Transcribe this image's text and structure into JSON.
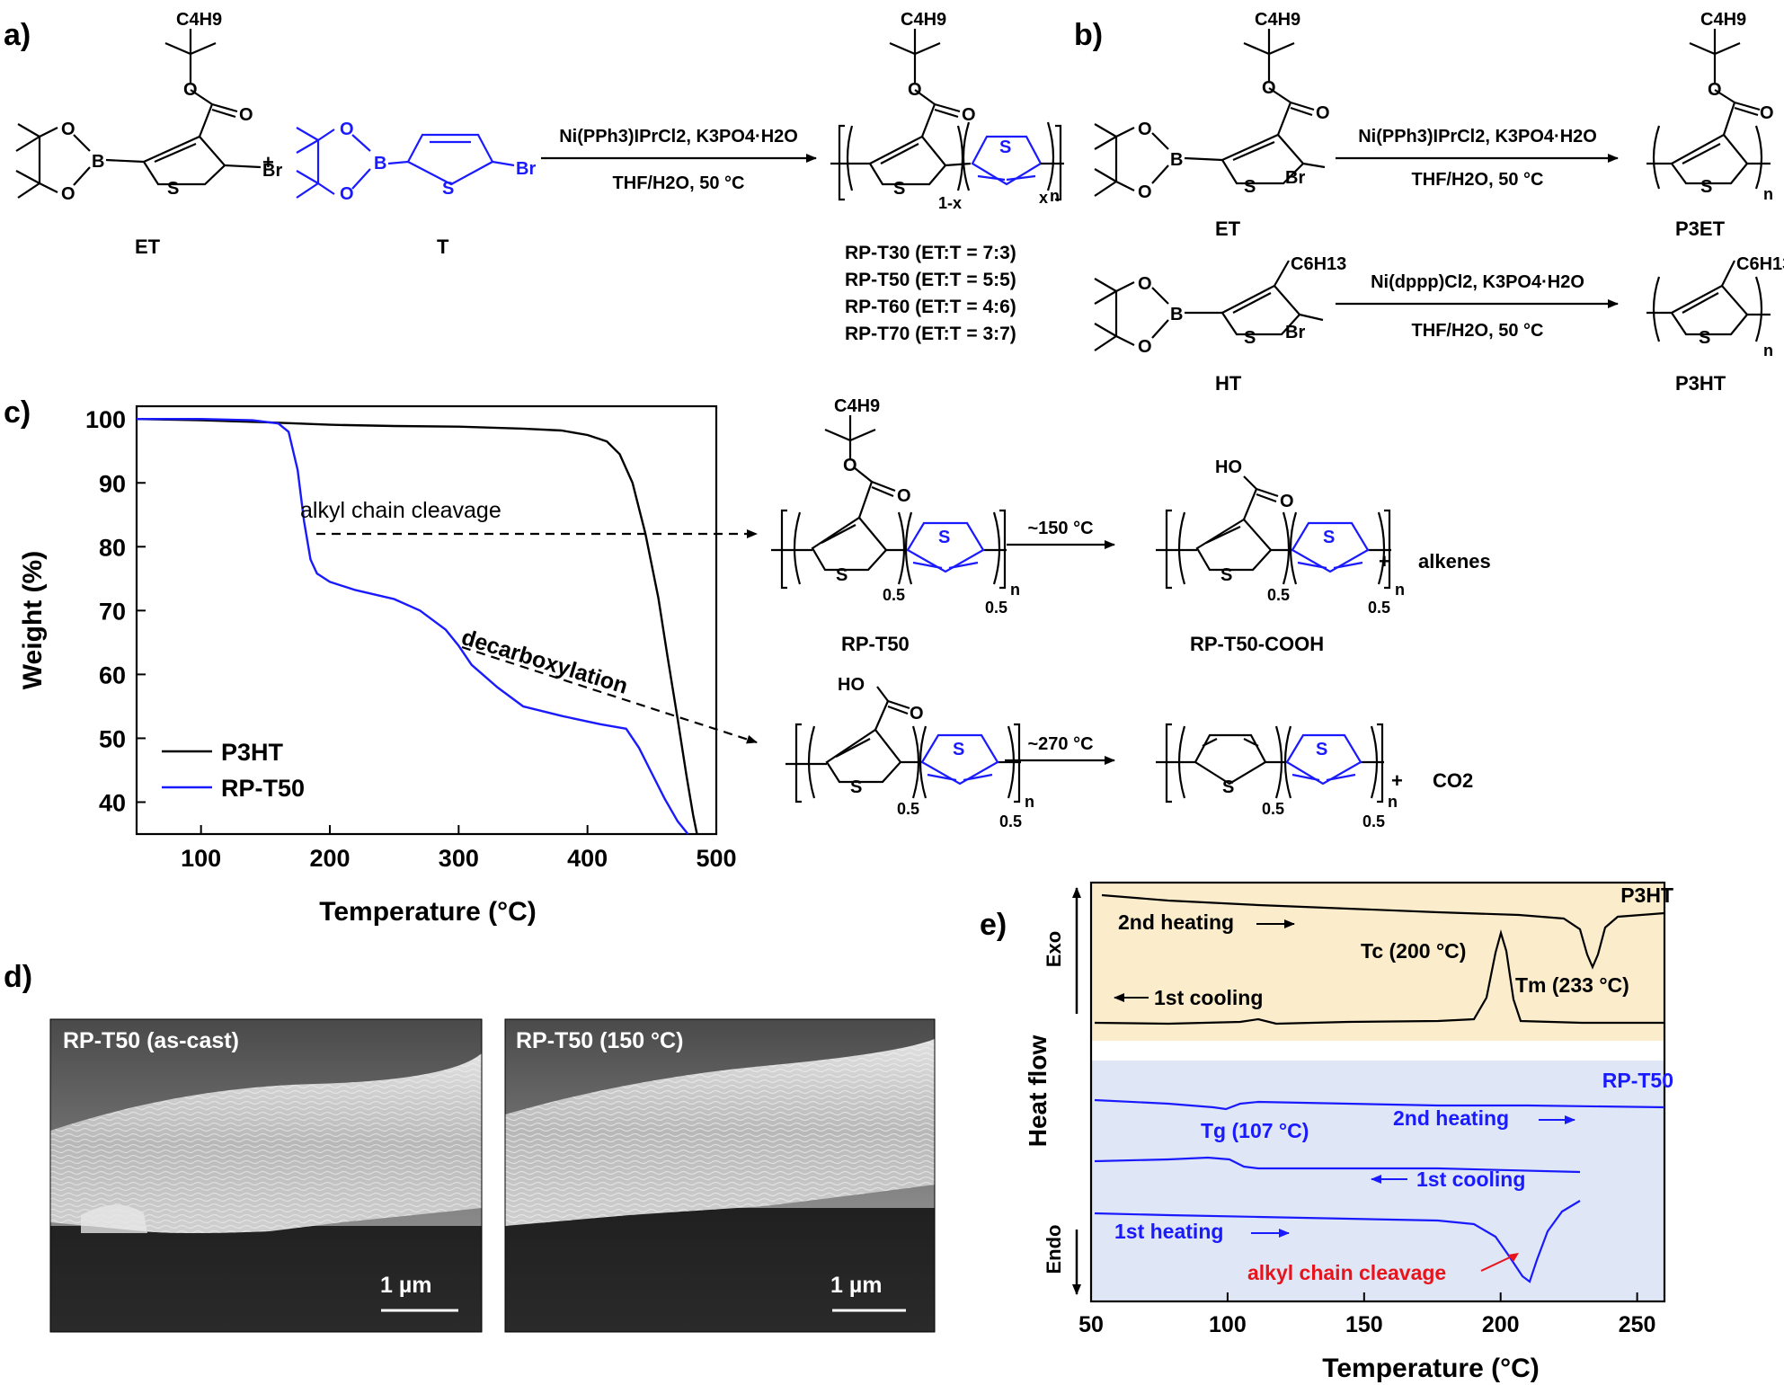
{
  "panels": {
    "a": "a)",
    "b": "b)",
    "c": "c)",
    "d": "d)",
    "e": "e)"
  },
  "colors": {
    "black": "#000000",
    "blue": "#1a1aff",
    "red": "#e8141c",
    "dsc_top_bg": "#fbeccb",
    "dsc_bottom_bg": "#dfe6f5"
  },
  "chem": {
    "c4h9": "C4H9",
    "c6h13": "C6H13",
    "o": "O",
    "b": "B",
    "s": "S",
    "br": "Br",
    "ho": "HO",
    "plus": "+",
    "n": "n",
    "x": "x",
    "one_minus_x": "1-x",
    "frac": "0.5",
    "et": "ET",
    "t": "T",
    "ht": "HT",
    "p3et": "P3ET",
    "p3ht": "P3HT",
    "rp_t50": "RP-T50",
    "rp_t50_cooh": "RP-T50-COOH",
    "alkenes": "alkenes",
    "co2": "CO2"
  },
  "reactions": {
    "a_top": "Ni(PPh3)IPrCl2, K3PO4·H2O",
    "a_bottom": "THF/H2O, 50 °C",
    "b1_top": "Ni(PPh3)IPrCl2, K3PO4·H2O",
    "b1_bottom": "THF/H2O, 50 °C",
    "b2_top": "Ni(dppp)Cl2, K3PO4·H2O",
    "b2_bottom": "THF/H2O, 50 °C",
    "products": [
      "RP-T30 (ET:T = 7:3)",
      "RP-T50 (ET:T = 5:5)",
      "RP-T60 (ET:T = 4:6)",
      "RP-T70 (ET:T = 3:7)"
    ],
    "c1": "~150 °C",
    "c2": "~270 °C"
  },
  "chart_data": [
    {
      "type": "line",
      "panel": "c",
      "xlabel": "Temperature (°C)",
      "ylabel": "Weight (%)",
      "xlim": [
        50,
        500
      ],
      "ylim": [
        35,
        102
      ],
      "xticks": [
        100,
        200,
        300,
        400,
        500
      ],
      "yticks": [
        40,
        50,
        60,
        70,
        80,
        90,
        100
      ],
      "legend_position": "bottom-left",
      "annotations": [
        "alkyl chain cleavage",
        "decarboxylation"
      ],
      "series": [
        {
          "name": "P3HT",
          "color": "#000000",
          "x": [
            50,
            100,
            150,
            200,
            250,
            300,
            350,
            380,
            400,
            415,
            425,
            435,
            445,
            455,
            462,
            470,
            477,
            482,
            485
          ],
          "y": [
            100,
            99.8,
            99.5,
            99.1,
            98.9,
            98.8,
            98.5,
            98.2,
            97.5,
            96.5,
            94.5,
            90,
            82,
            72,
            63,
            53,
            44,
            38,
            35
          ]
        },
        {
          "name": "RP-T50",
          "color": "#1a1aff",
          "x": [
            50,
            100,
            140,
            160,
            168,
            175,
            180,
            185,
            190,
            200,
            220,
            250,
            270,
            290,
            300,
            310,
            330,
            350,
            380,
            410,
            430,
            440,
            450,
            460,
            470,
            478
          ],
          "y": [
            100,
            100,
            99.8,
            99.3,
            98,
            92,
            84,
            78,
            75.8,
            74.5,
            73.2,
            71.8,
            70,
            67,
            64.5,
            61.5,
            58,
            55,
            53.5,
            52.2,
            51.5,
            48.5,
            44.5,
            40.5,
            37,
            35
          ]
        }
      ]
    },
    {
      "type": "line",
      "panel": "e",
      "xlabel": "Temperature (°C)",
      "ylabel": "Heat flow",
      "xlim": [
        50,
        260
      ],
      "xticks": [
        50,
        100,
        150,
        200,
        250
      ],
      "direction_labels": [
        "Exo",
        "Endo"
      ],
      "samples": [
        "P3HT",
        "RP-T50"
      ],
      "curve_labels": [
        "2nd heating",
        "1st cooling",
        "1st heating"
      ],
      "annotations": [
        "Tc (200 °C)",
        "Tm (233 °C)",
        "Tg (107 °C)",
        "alkyl chain cleavage"
      ]
    }
  ],
  "sem": {
    "left_label": "RP-T50 (as-cast)",
    "right_label": "RP-T50 (150 °C)",
    "scale": "1 µm"
  }
}
